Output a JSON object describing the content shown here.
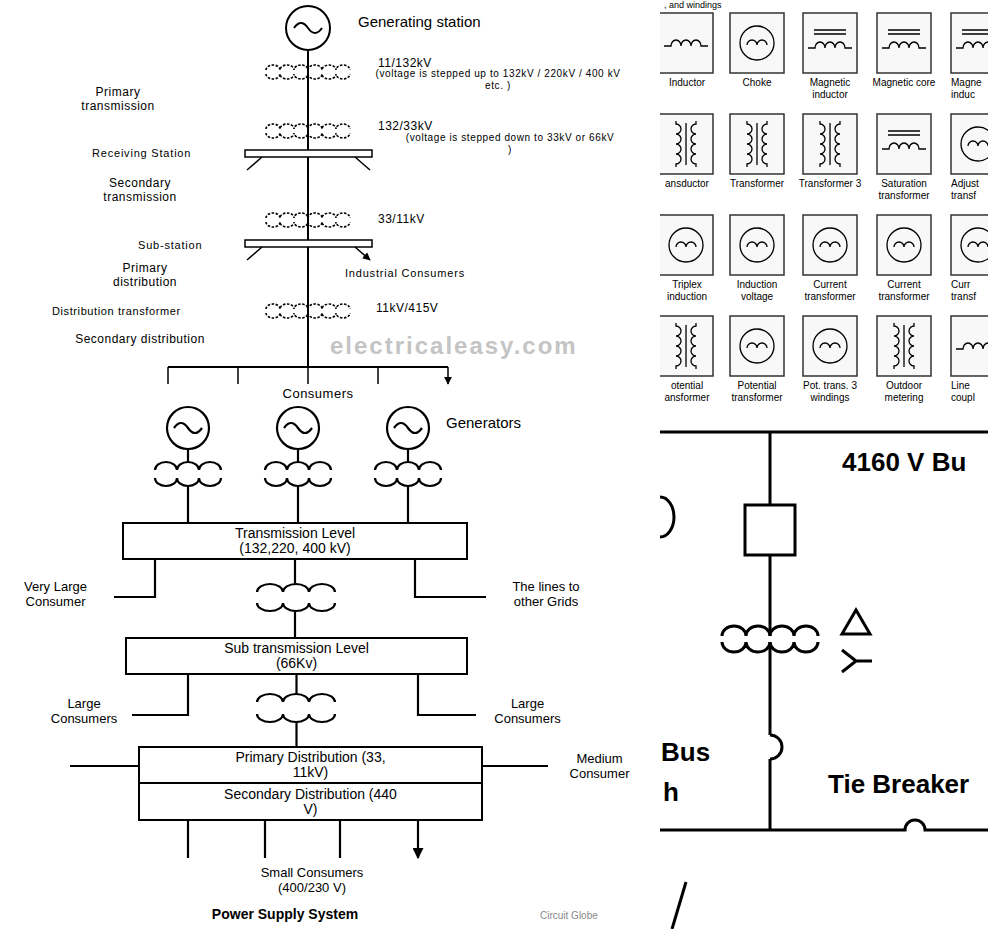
{
  "diagram": {
    "nodes": [
      {
        "text": [
          "Transmission Level (132,220, 400 kV)"
        ]
      },
      {
        "text": [
          "Sub transmission Level (66Kv)"
        ]
      },
      {
        "text": [
          "Primary Distribution (33, 11kV)"
        ]
      },
      {
        "text": [
          "Secondary Distribution (440 V)"
        ]
      }
    ],
    "edges": [
      {
        "from": 0,
        "to": 1,
        "arrow": "none"
      },
      {
        "from": 1,
        "to": 2,
        "arrow": "none"
      }
    ],
    "labels": [
      "Generating station",
      "11/132kV",
      "(voltage is stepped up to 132kV / 220kV / 400 kV etc. )",
      "Primary transmission",
      "132/33kV",
      "(voltage is stepped down to 33kV or 66kV )",
      "Receiving Station",
      "Secondary transmission",
      "33/11kV",
      "Sub-station",
      "Primary distribution",
      "Industrial Consumers",
      "Distribution transformer",
      "11kV/415V",
      "Secondary distribution",
      "Consumers",
      "electricaleasy.com",
      "Generators",
      "Very Large Consumer",
      "The lines to other Grids",
      "Large Consumers",
      "Large Consumers",
      "Medium Consumer",
      "Small Consumers (400/230 V)",
      "Power Supply System",
      "Circuit Globe",
      ", and windings",
      "Inductor",
      "Choke",
      "Magnetic inductor",
      "Magnetic core",
      "Magne induc",
      "ansductor",
      "Transformer",
      "Transformer 3",
      "Saturation transformer",
      "Adjust transf",
      "Triplex induction",
      "Induction voltage",
      "Current transformer",
      "Current transformer",
      "Curr transf",
      "otential ansformer",
      "Potential transformer",
      "Pot. trans. 3 windings",
      "Outdoor metering",
      "Line coupl",
      "4160 V Bu",
      "Bus",
      "h",
      "Tie Breaker"
    ]
  }
}
